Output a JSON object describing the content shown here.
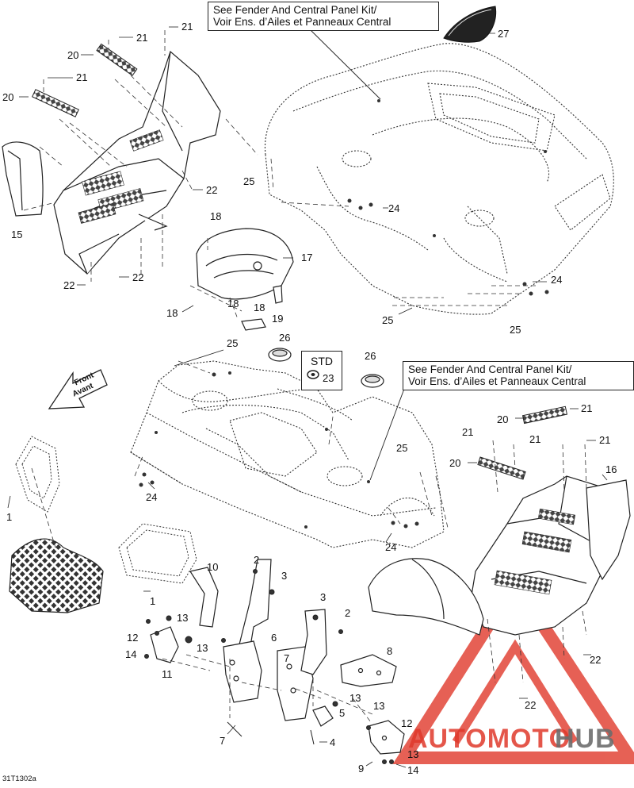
{
  "callouts": {
    "top": [
      "See Fender And Central Panel Kit/",
      "Voir Ens. d’Ailes et Panneaux Central"
    ],
    "middle": [
      "See Fender And Central Panel Kit/",
      "Voir Ens. d’Ailes et Panneaux Central"
    ]
  },
  "std_box": {
    "label": "STD",
    "part": "23"
  },
  "front_arrow": {
    "line1": "Front",
    "line2": "Avant"
  },
  "diagram_code": "31T1302a",
  "watermark": {
    "part1": "AUTOMOTO",
    "part2": "HUB"
  },
  "part_numbers": {
    "n27": "27",
    "n21a": "21",
    "n21b": "21",
    "n20a": "20",
    "n21c": "21",
    "n20b": "20",
    "n25a": "25",
    "n22a": "22",
    "n15": "15",
    "n24a": "24",
    "n18a": "18",
    "n17": "17",
    "n22b": "22",
    "n22c": "22",
    "n18b": "18",
    "n18c": "18",
    "n18d": "18",
    "n19": "19",
    "n24b": "24",
    "n25b": "25",
    "n25c": "25",
    "n25d": "25",
    "n26a": "26",
    "n26b": "26",
    "n21d": "21",
    "n20c": "20",
    "n21e": "21",
    "n21f": "21",
    "n21g": "21",
    "n25e": "25",
    "n20d": "20",
    "n16": "16",
    "n24c": "24",
    "n24d": "24",
    "n1a": "1",
    "n1b": "1",
    "n10": "10",
    "n2a": "2",
    "n3a": "3",
    "n13a": "13",
    "n12a": "12",
    "n6": "6",
    "n3b": "3",
    "n2b": "2",
    "n14a": "14",
    "n11": "11",
    "n13b": "13",
    "n7a": "7",
    "n8": "8",
    "n13c": "13",
    "n5": "5",
    "n22d": "22",
    "n13d": "13",
    "n7b": "7",
    "n4": "4",
    "n12b": "12",
    "n13e": "13",
    "n9": "9",
    "n14b": "14",
    "n22e": "22"
  }
}
